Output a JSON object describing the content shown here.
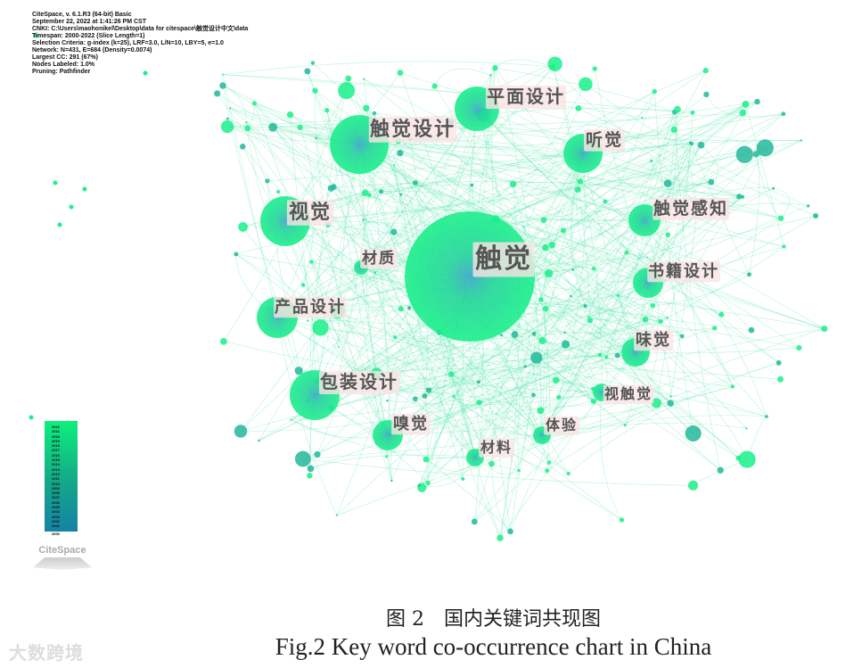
{
  "info": [
    "CiteSpace, v. 6.1.R3 (64-bit) Basic",
    "September 22, 2022 at 1:41:26 PM CST",
    "CNKI: C:\\Users\\maohonikel\\Desktop\\data for citespace\\触觉设计中文\\data",
    "Timespan: 2000-2022 (Slice Length=1)",
    "Selection Criteria: g-index (k=25), LRF=3.0, L/N=10, LBY=5, e=1.0",
    "Network: N=431, E=684 (Density=0.0074)",
    "Largest CC: 291 (67%)",
    "Nodes Labeled: 1.0%",
    "Pruning: Pathfinder"
  ],
  "legend_years": [
    "2022",
    "2021",
    "2020",
    "2019",
    "2018",
    "2017",
    "2016",
    "2015",
    "2014",
    "2013",
    "2012",
    "2011",
    "2010",
    "2009",
    "2008",
    "2007",
    "2006",
    "2005",
    "2004",
    "2003",
    "2002",
    "2001",
    "2000"
  ],
  "logo": "CiteSpace",
  "colors": {
    "node": "#1af08a",
    "node_old": "#1a8fb0",
    "edge": "#5fe8b0",
    "label_bg": "#fbe3e3"
  },
  "nodes": [
    {
      "label": "触觉"
    },
    {
      "label": "触觉设计"
    },
    {
      "label": "视觉"
    },
    {
      "label": "平面设计"
    },
    {
      "label": "听觉"
    },
    {
      "label": "触觉感知"
    },
    {
      "label": "书籍设计"
    },
    {
      "label": "材质"
    },
    {
      "label": "产品设计"
    },
    {
      "label": "味觉"
    },
    {
      "label": "包装设计"
    },
    {
      "label": "视触觉"
    },
    {
      "label": "嗅觉"
    },
    {
      "label": "体验"
    },
    {
      "label": "材料"
    }
  ],
  "caption_cn": "图 2　国内关键词共现图",
  "caption_en": "Fig.2 Key word co-occurrence chart in China",
  "watermark": "大数跨境"
}
